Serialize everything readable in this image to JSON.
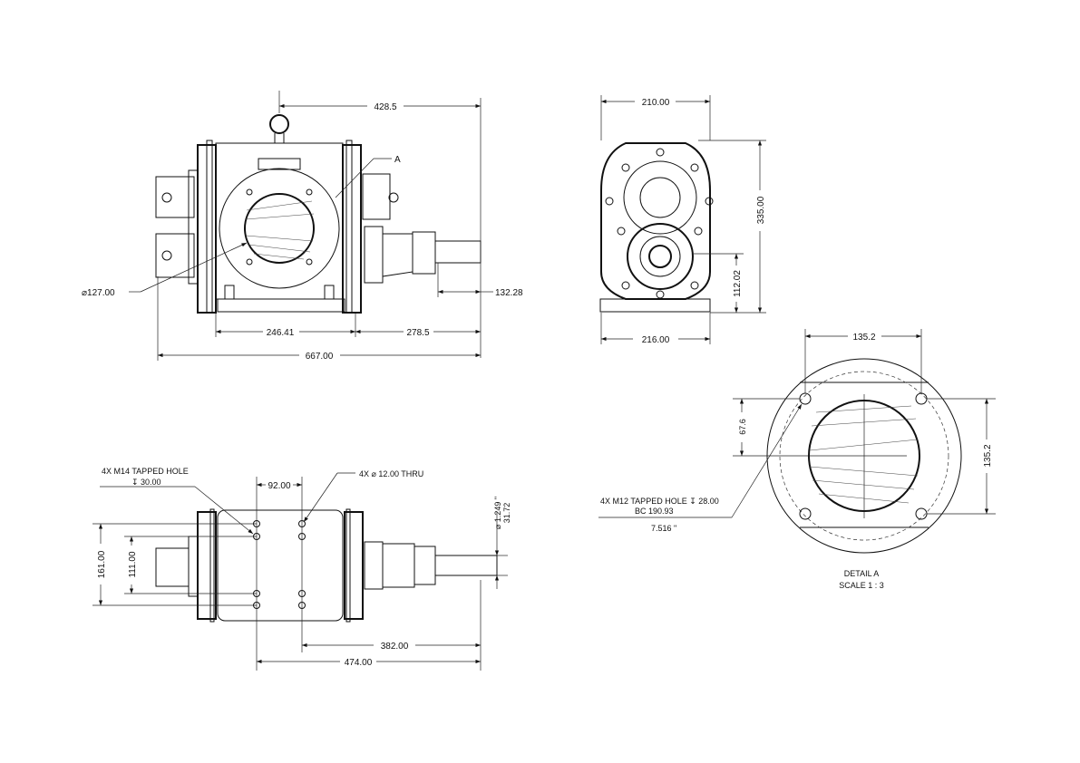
{
  "front_view": {
    "dims": {
      "overall_to_shaft": "428.5",
      "left_width": "246.41",
      "right_width": "278.5",
      "overall_length": "667.00",
      "shaft_length": "132.28",
      "bore_diameter": "⌀127.00"
    },
    "detail_callout": "A"
  },
  "side_view": {
    "dims": {
      "top_width": "210.00",
      "base_width": "216.00",
      "height": "335.00",
      "shaft_height": "112.02"
    }
  },
  "bottom_view": {
    "dims": {
      "hole_spacing_x": "92.00",
      "to_shaft_end_382": "382.00",
      "to_shaft_end_474": "474.00",
      "outer_hole_spacing_y": "161.00",
      "inner_hole_spacing_y": "111.00",
      "shaft_diameter_in": "⌀ 1.249 \"",
      "shaft_diameter_mm": "31.72"
    },
    "notes": {
      "tapped_hole": "4X M14 TAPPED HOLE",
      "tapped_depth": "↧ 30.00",
      "thru_hole": "4X  ⌀ 12.00 THRU"
    }
  },
  "detail_a": {
    "dims": {
      "hole_spacing_x": "135.2",
      "hole_spacing_y": "135.2",
      "half_spacing": "67.6"
    },
    "notes": {
      "tapped_hole": "4X M12 TAPPED HOLE ↧ 28.00",
      "bolt_circle": "BC 190.93",
      "bolt_circle_in": "7.516 \""
    },
    "title": "DETAIL A",
    "scale": "SCALE 1 : 3"
  }
}
